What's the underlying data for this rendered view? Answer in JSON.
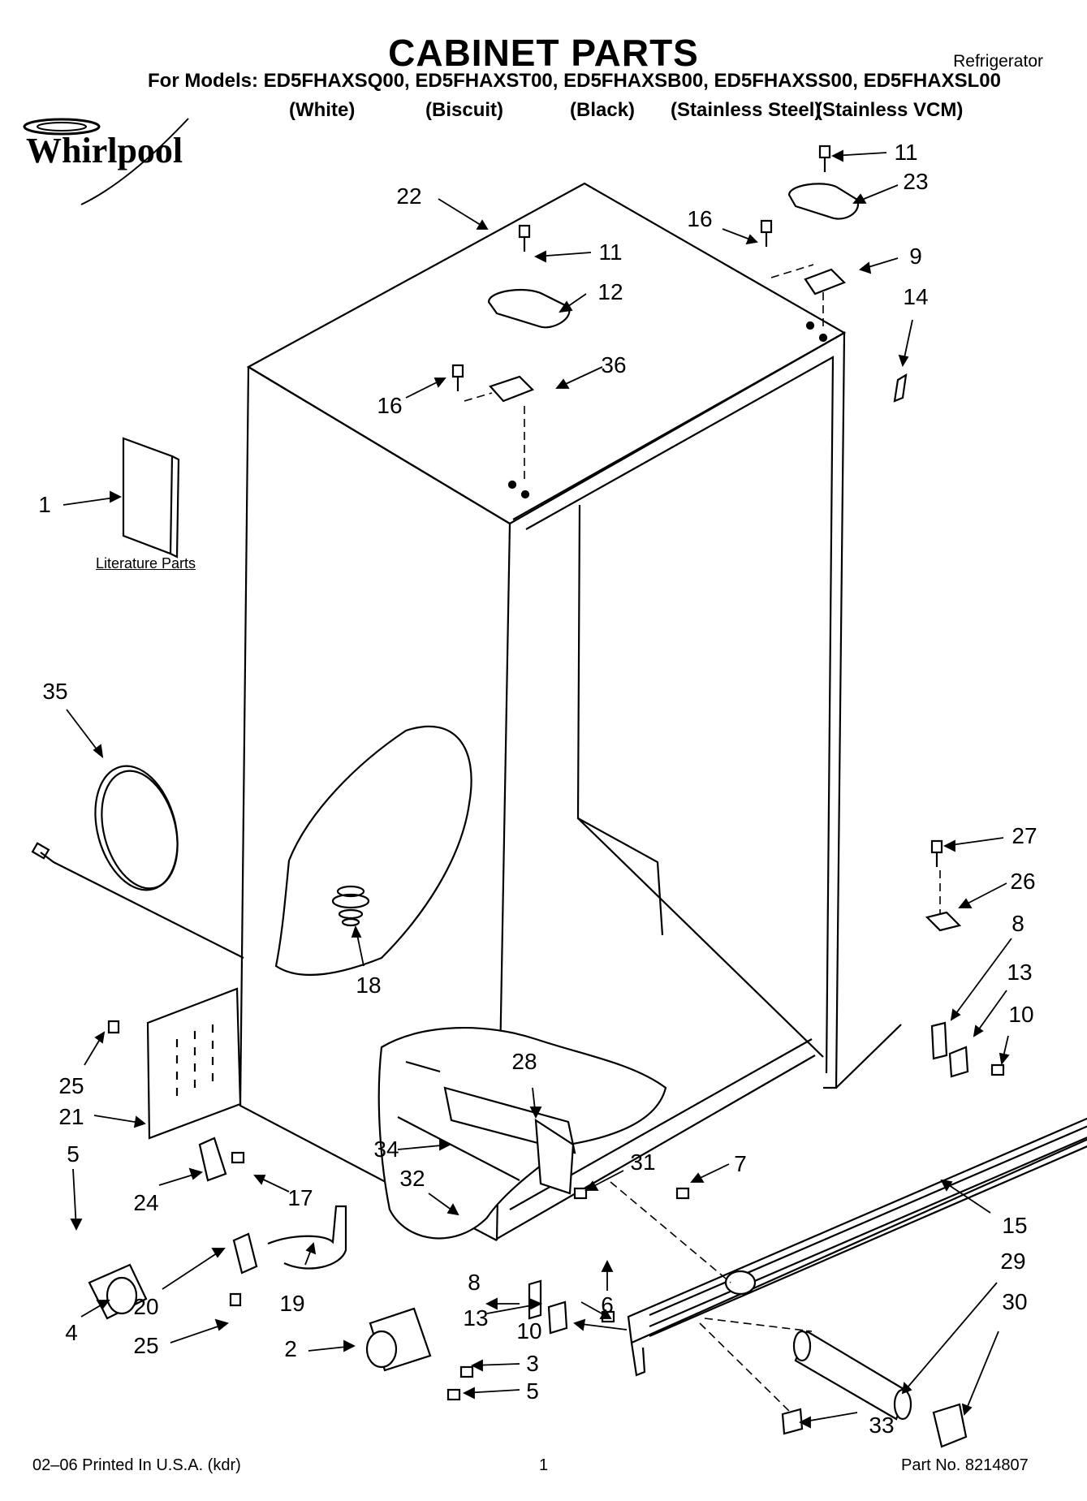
{
  "header": {
    "title": "CABINET PARTS",
    "appliance": "Refrigerator",
    "models": "For Models: ED5FHAXSQ00, ED5FHAXST00, ED5FHAXSB00, ED5FHAXSS00, ED5FHAXSL00",
    "colors": [
      "(White)",
      "(Biscuit)",
      "(Black)",
      "(Stainless Steel)",
      "(Stainless VCM)"
    ]
  },
  "brand": "Whirlpool",
  "literature_label": "Literature Parts",
  "callouts": [
    "1",
    "2",
    "3",
    "4",
    "5",
    "5",
    "6",
    "7",
    "8",
    "8",
    "9",
    "10",
    "10",
    "11",
    "11",
    "12",
    "13",
    "13",
    "14",
    "15",
    "16",
    "16",
    "17",
    "18",
    "19",
    "20",
    "21",
    "22",
    "23",
    "24",
    "25",
    "25",
    "26",
    "27",
    "28",
    "29",
    "30",
    "31",
    "32",
    "33",
    "34",
    "35",
    "36"
  ],
  "footer": {
    "printed": "02–06 Printed In U.S.A. (kdr)",
    "page": "1",
    "part_no": "Part No. 8214807"
  }
}
